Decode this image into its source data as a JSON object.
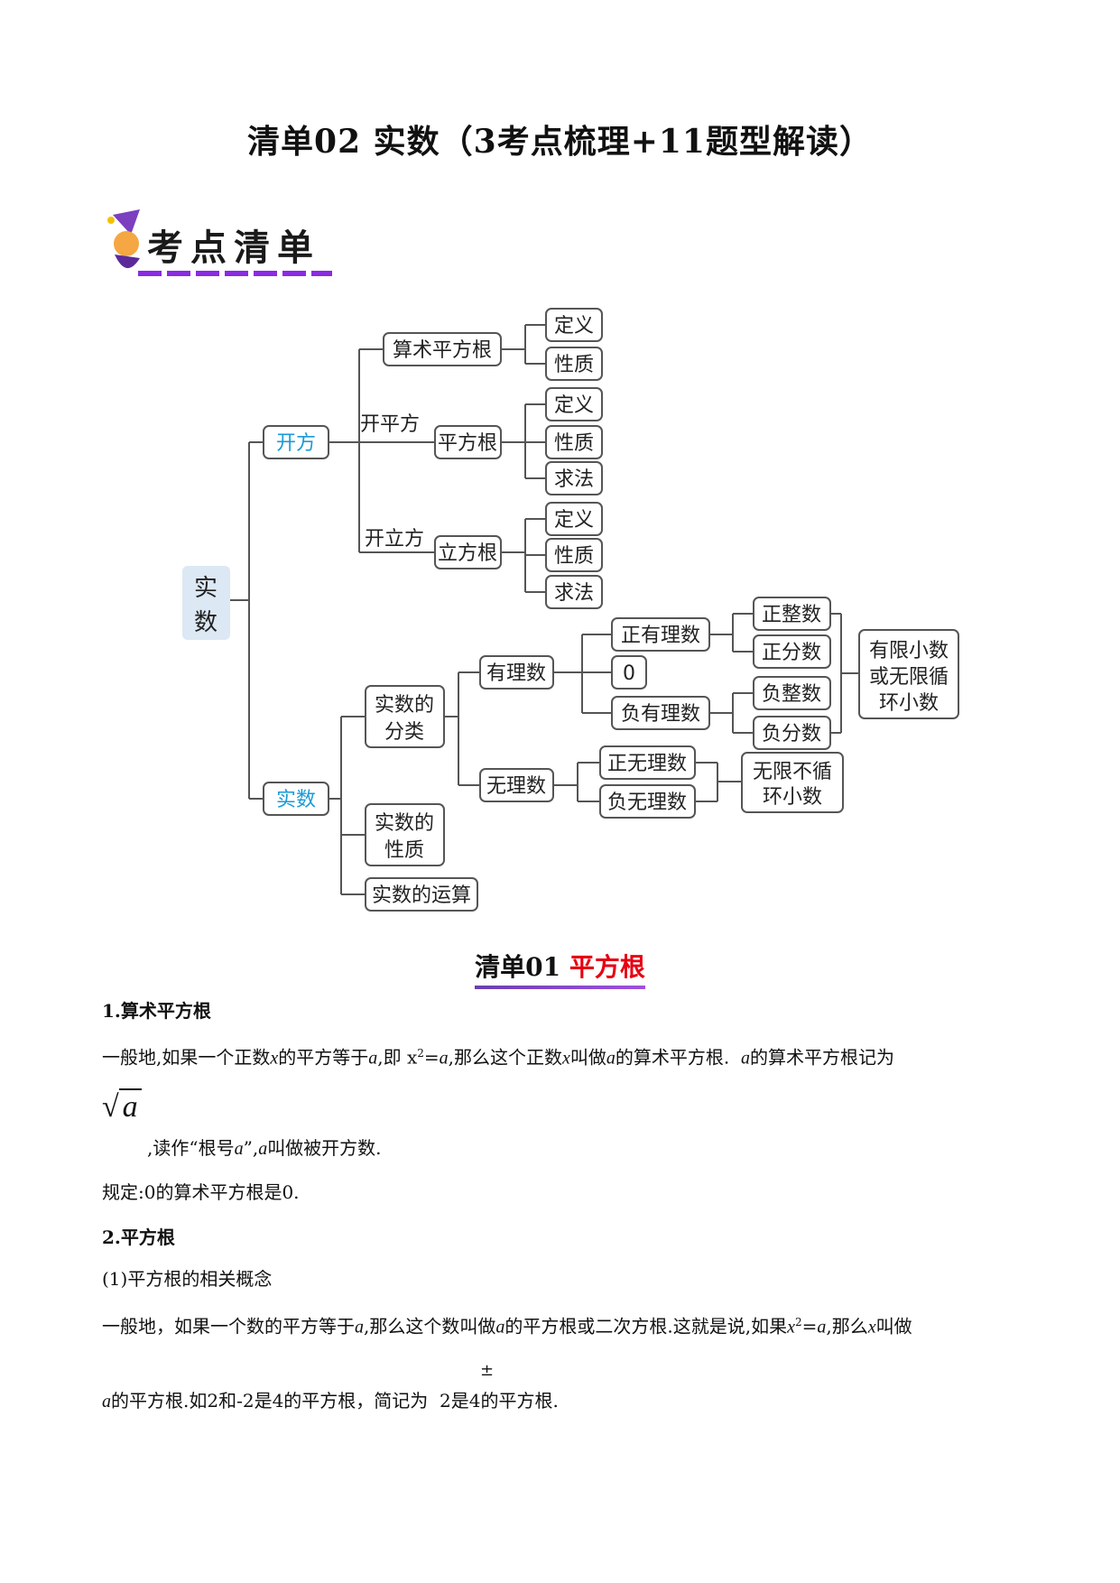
{
  "title": "清单02 实数（3考点梳理+11题型解读）",
  "banner": {
    "text": "考点清单"
  },
  "diagram": {
    "root": "实数",
    "kaifang": "开方",
    "shishu": "实数",
    "kaipingfang": "开平方",
    "kailifang": "开立方",
    "suanshu": "算术平方根",
    "pingfanggen": "平方根",
    "lifanggen": "立方根",
    "dingyi": "定义",
    "xingzhi": "性质",
    "qiufa": "求法",
    "fenlei": [
      "实数的",
      "分类"
    ],
    "xingzhi2": [
      "实数的",
      "性质"
    ],
    "yunsuan": "实数的运算",
    "youlishu": "有理数",
    "wulishu": "无理数",
    "zhengyouli": "正有理数",
    "zero": "0",
    "fuyouli": "负有理数",
    "zhengzhengshu": "正整数",
    "zhengfenshu": "正分数",
    "fuzhengshu": "负整数",
    "fufenshu": "负分数",
    "youxian": [
      "有限小数",
      "或无限循",
      "环小数"
    ],
    "zhengwuli": "正无理数",
    "fuwuli": "负无理数",
    "wuxian": [
      "无限不循",
      "环小数"
    ]
  },
  "section": {
    "prefix": "清单01",
    "name": "平方根"
  },
  "content": {
    "h1": "1.算术平方根",
    "p1": [
      "一般地,如果一个正数",
      "x",
      "的平方等于",
      "a",
      ",即 x",
      "2",
      "=",
      "a",
      ",那么这个正数",
      "x",
      "叫做",
      "a",
      "的算术平方根.",
      "a",
      "的算术平方根记为"
    ],
    "sqrt_a": "a",
    "p2": [
      ",读作“根号",
      "a",
      "”,",
      "a",
      "叫做被开方数."
    ],
    "p3": "规定:0的算术平方根是0.",
    "h2": "2.平方根",
    "p4": "(1)平方根的相关概念",
    "p5": [
      "一般地，如果一个数的平方等于",
      "a",
      ",那么这个数叫做",
      "a",
      "的平方根或二次方根.这就是说,如果",
      "x",
      "2",
      "=",
      "a",
      ",那么",
      "x",
      "叫做"
    ],
    "pm": "±",
    "p6": [
      "a",
      "的平方根.如2和-2是4的平方根，简记为",
      "2是4的平方根."
    ]
  }
}
